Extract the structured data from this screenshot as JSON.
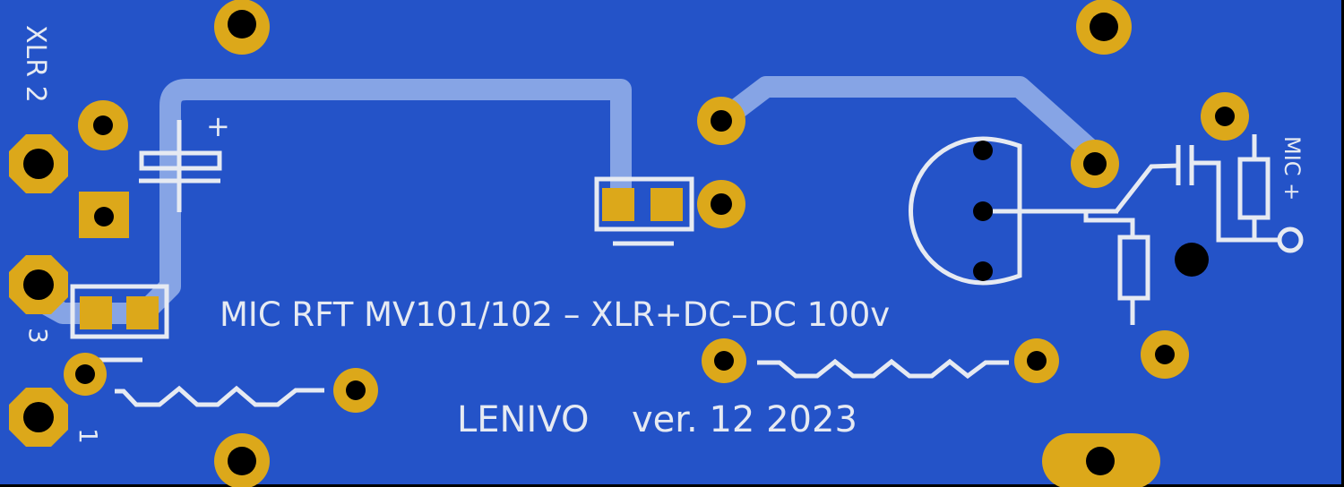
{
  "board": {
    "title": "MIC RFT MV101/102 – XLR+DC–DC 100v",
    "author": "LENIVO",
    "version": "ver. 12 2023",
    "xlr_label": "XLR 2",
    "pin3_label": "3",
    "pin1_label": "1",
    "mic_label": "MIC +",
    "cap_polarity": "+"
  },
  "colors": {
    "substrate": "#2453c8",
    "copper_pad": "#dca81a",
    "trace": "#86a4e5",
    "silkscreen": "#e6eaf2",
    "drill": "#000000"
  }
}
